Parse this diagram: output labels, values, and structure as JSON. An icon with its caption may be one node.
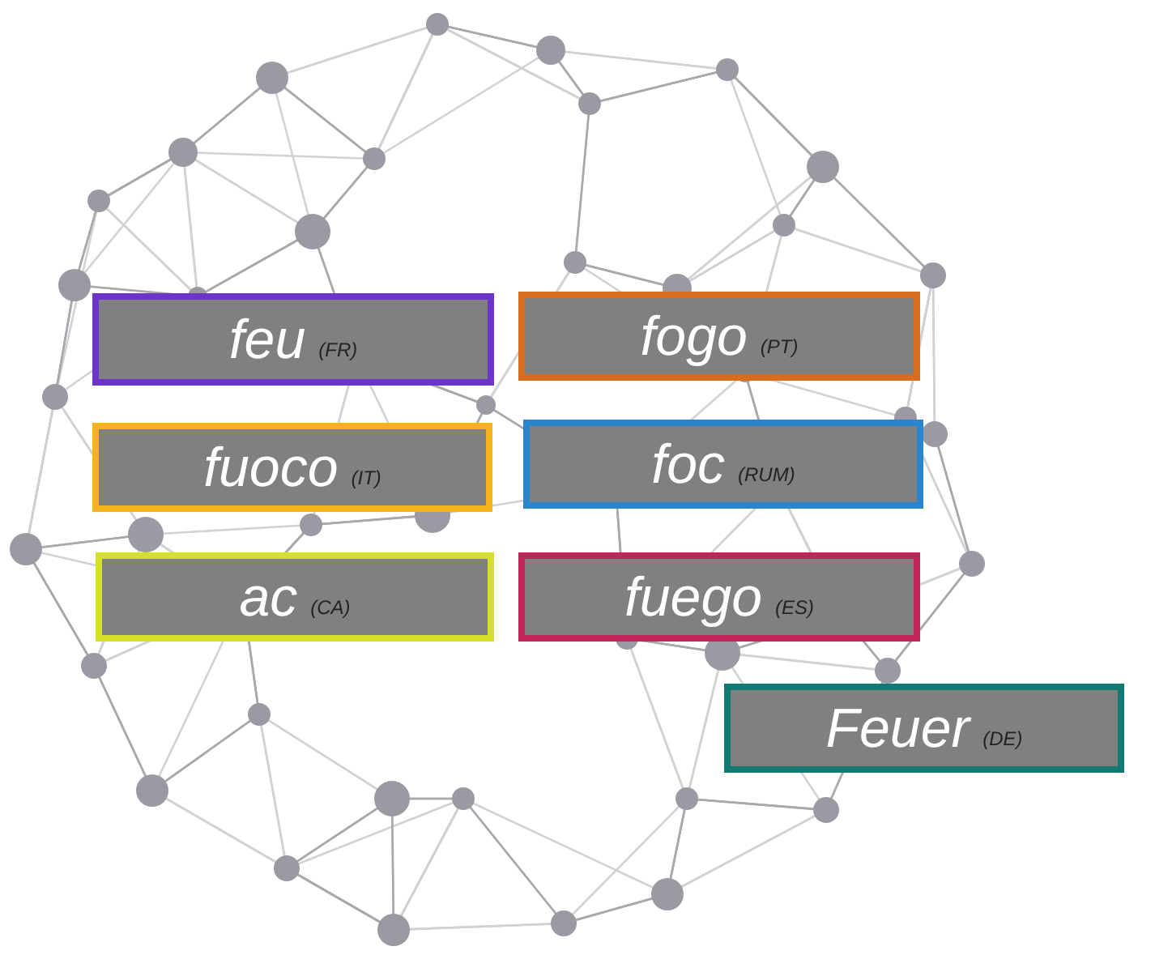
{
  "diagram": {
    "nodes": [
      {
        "text": [
          "feu",
          "(FR)"
        ]
      },
      {
        "text": [
          "fogo",
          "(PT)"
        ]
      },
      {
        "text": [
          "fuoco",
          "(IT)"
        ]
      },
      {
        "text": [
          "foc",
          "(RUM)"
        ]
      },
      {
        "text": [
          "ac",
          "(CA)"
        ]
      },
      {
        "text": [
          "fuego",
          "(ES)"
        ]
      },
      {
        "text": [
          "Feuer",
          "(DE)"
        ]
      }
    ]
  }
}
